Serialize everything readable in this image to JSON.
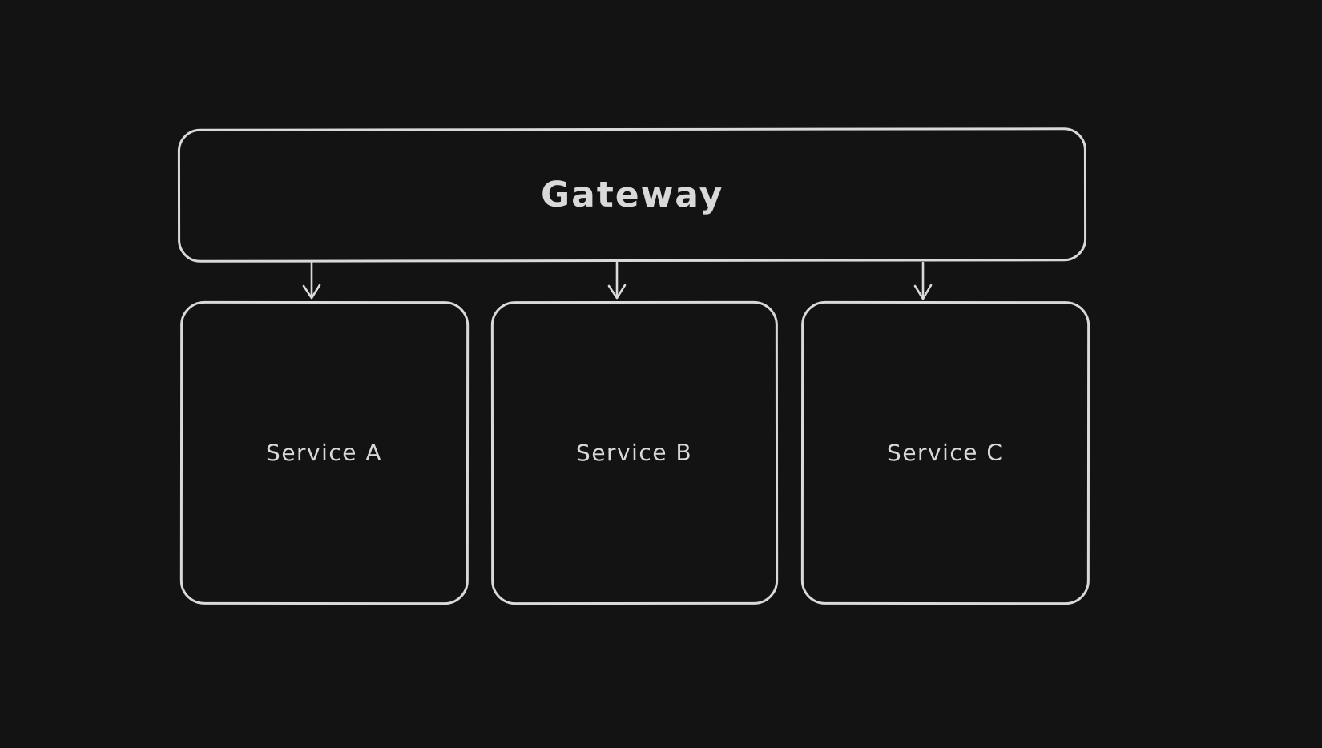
{
  "diagram": {
    "gateway": {
      "label": "Gateway"
    },
    "services": [
      {
        "label": "Service A"
      },
      {
        "label": "Service B"
      },
      {
        "label": "Service C"
      }
    ],
    "connections": [
      {
        "from": "Gateway",
        "to": "Service A"
      },
      {
        "from": "Gateway",
        "to": "Service B"
      },
      {
        "from": "Gateway",
        "to": "Service C"
      }
    ]
  },
  "colors": {
    "background": "#131313",
    "stroke": "#d9d9d9",
    "text": "#d9d9d9"
  }
}
